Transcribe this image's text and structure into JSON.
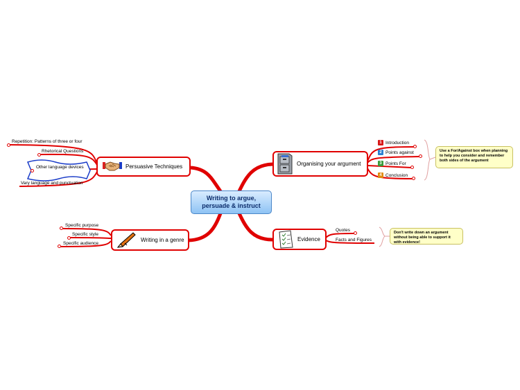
{
  "central": {
    "line1": "Writing to argue,",
    "line2": "persuade & instruct"
  },
  "branches": {
    "persuasive": {
      "label": "Persuasive Techniques",
      "icon": "handshake-icon",
      "leaves": [
        "Repetition: Patterns of three or four",
        "Rhetorical Questions",
        "Other language devices",
        "Vary language and punctuation"
      ]
    },
    "genre": {
      "label": "Writing in a genre",
      "icon": "pen-icon",
      "leaves": [
        "Specific purpose",
        "Specific style",
        "Specific audience"
      ]
    },
    "organising": {
      "label": "Organising your argument",
      "icon": "filing-cabinet-icon",
      "leaves": [
        {
          "label": "Introduction",
          "badge": "1",
          "badge_color": "#d81818"
        },
        {
          "label": "Points against",
          "badge": "2",
          "badge_color": "#2c7fd0"
        },
        {
          "label": "Points For",
          "badge": "3",
          "badge_color": "#3a9b3a"
        },
        {
          "label": "Conclusion",
          "badge": "4",
          "badge_color": "#e08a10"
        }
      ],
      "note": "Use a For/Against box when planning to help you consider and remember both sides of the argument"
    },
    "evidence": {
      "label": "Evidence",
      "icon": "checklist-icon",
      "leaves": [
        "Quotes",
        "Facts and Figures"
      ],
      "note": "Don't write down an argument without being able to support it with evidence!"
    }
  },
  "colors": {
    "branch": "#e00000",
    "central_fill": "#8ec3f4",
    "note_fill": "#ffffc8",
    "connector": "#e0a0a0"
  }
}
